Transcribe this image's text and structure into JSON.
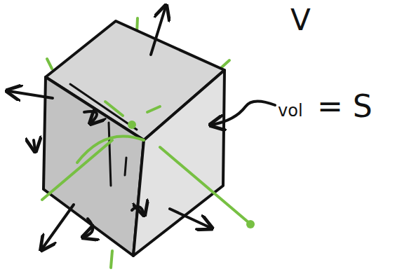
{
  "diagram": {
    "labels": [
      "V",
      "vol",
      "= S"
    ]
  }
}
